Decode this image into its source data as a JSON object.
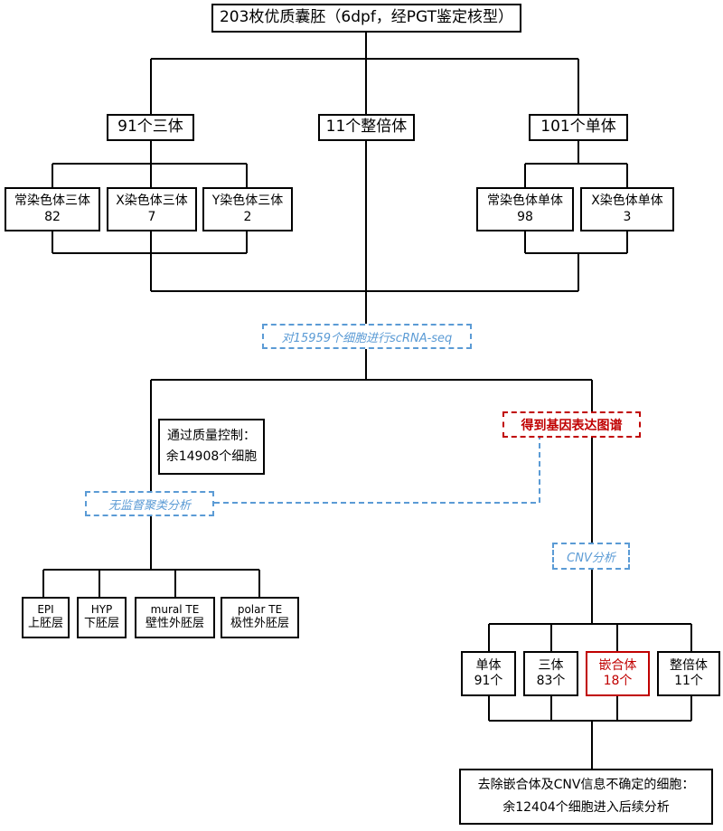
{
  "root": "203枚优质囊胚（6dpf，经PGT鉴定核型）",
  "groups": {
    "trisomy": "91个三体",
    "euploid": "11个整倍体",
    "monosomy": "101个单体"
  },
  "trisomy_sub": [
    {
      "label": "常染色体三体",
      "count": "82"
    },
    {
      "label": "X染色体三体",
      "count": "7"
    },
    {
      "label": "Y染色体三体",
      "count": "2"
    }
  ],
  "monosomy_sub": [
    {
      "label": "常染色体单体",
      "count": "98"
    },
    {
      "label": "X染色体单体",
      "count": "3"
    }
  ],
  "scrna": "对15959个细胞进行scRNA-seq",
  "qc": {
    "line1": "通过质量控制：",
    "line2": "余14908个细胞"
  },
  "expression": "得到基因表达图谱",
  "clustering": "无监督聚类分析",
  "cell_types": [
    {
      "en": "EPI",
      "zh": "上胚层"
    },
    {
      "en": "HYP",
      "zh": "下胚层"
    },
    {
      "en": "mural TE",
      "zh": "壁性外胚层"
    },
    {
      "en": "polar TE",
      "zh": "极性外胚层"
    }
  ],
  "cnv": "CNV分析",
  "cnv_results": [
    {
      "label": "单体",
      "count": "91个"
    },
    {
      "label": "三体",
      "count": "83个"
    },
    {
      "label": "嵌合体",
      "count": "18个"
    },
    {
      "label": "整倍体",
      "count": "11个"
    }
  ],
  "final": {
    "line1": "去除嵌合体及CNV信息不确定的细胞：",
    "line2": "余12404个细胞进入后续分析"
  },
  "colors": {
    "line": "#000000",
    "blue_dash": "#5b9bd5",
    "red": "#c00000"
  }
}
